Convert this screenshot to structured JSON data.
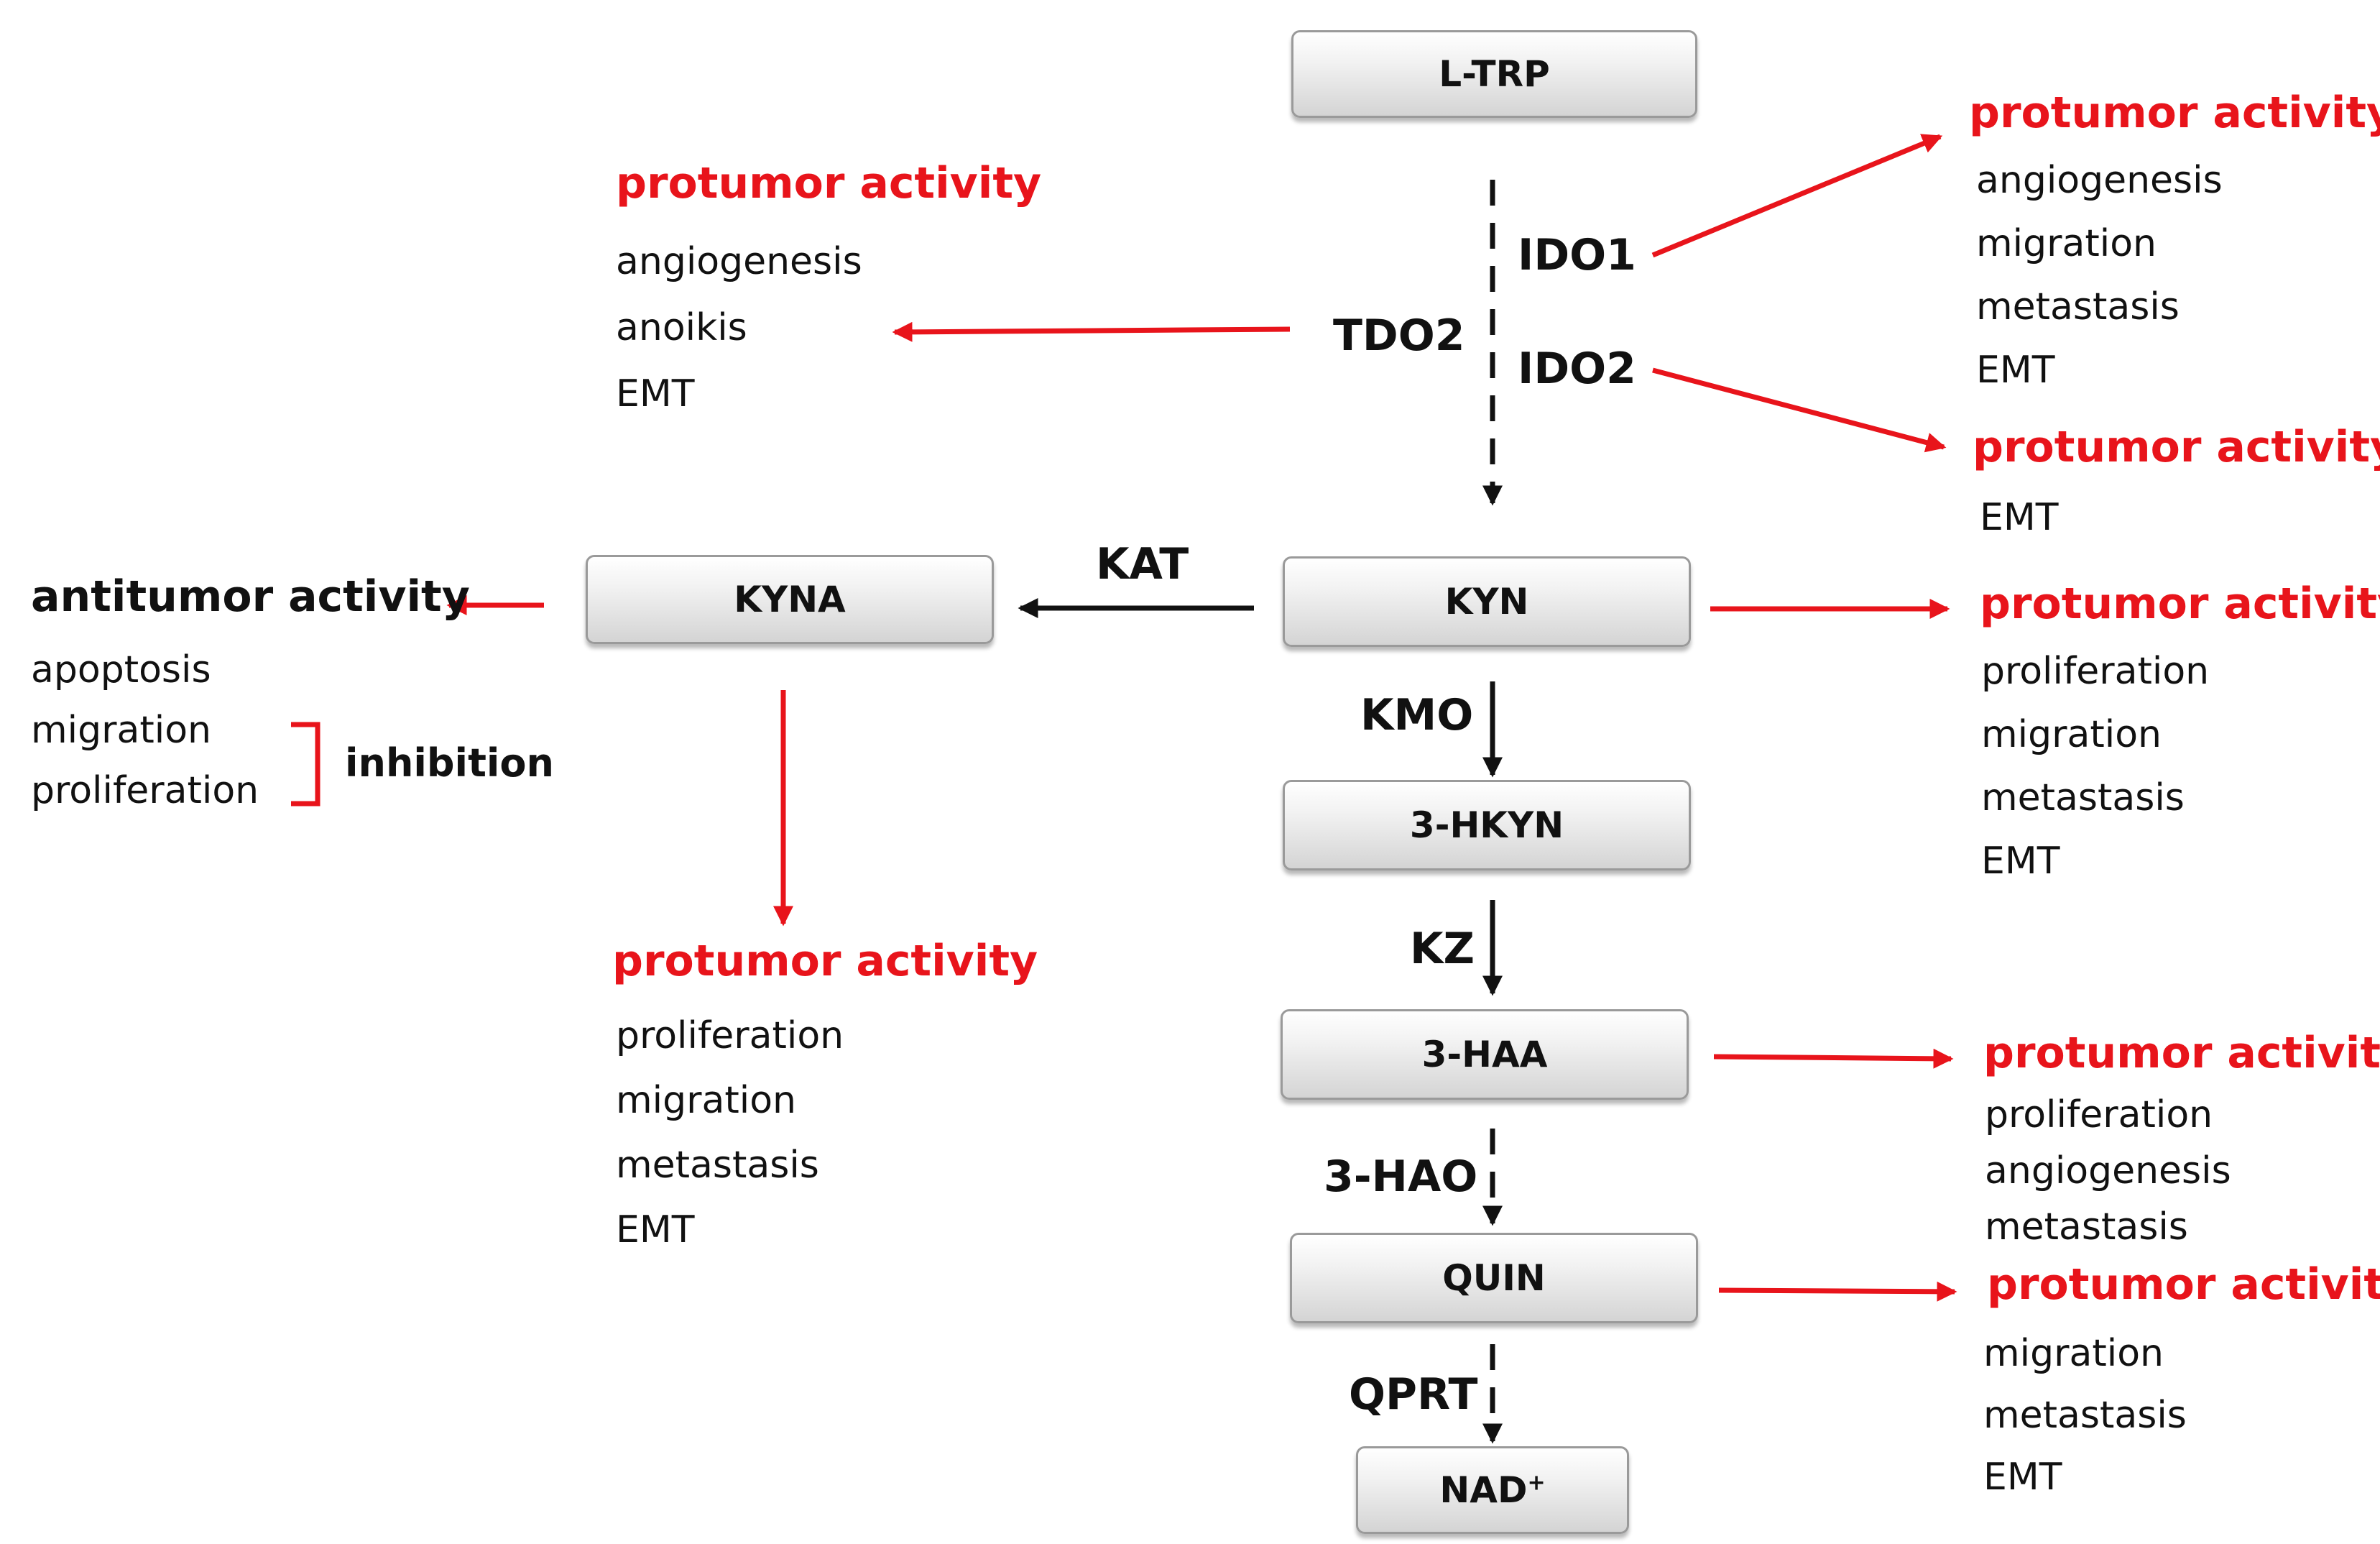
{
  "nodes": {
    "ltrp": "L-TRP",
    "kyna": "KYNA",
    "kyn": "KYN",
    "hkyn": "3-HKYN",
    "haa": "3-HAA",
    "quin": "QUIN",
    "nad": "NAD",
    "nad_sup": "+"
  },
  "enzymes": {
    "ido1": "IDO1",
    "tdo2": "TDO2",
    "ido2": "IDO2",
    "kat": "KAT",
    "kmo": "KMO",
    "kz": "KZ",
    "hao": "3-HAO",
    "qprt": "QPRT"
  },
  "annotations": {
    "tdo2_effects": {
      "heading": "protumor activity",
      "items": [
        "angiogenesis",
        "anoikis",
        "EMT"
      ]
    },
    "ido1_effects": {
      "heading": "protumor activity",
      "items": [
        "angiogenesis",
        "migration",
        "metastasis",
        "EMT"
      ]
    },
    "ido2_effects": {
      "heading": "protumor activity",
      "items": [
        "EMT"
      ]
    },
    "kyna_anti": {
      "heading": "antitumor activity",
      "items": [
        "apoptosis",
        "migration",
        "proliferation"
      ],
      "bracket_label": "inhibition"
    },
    "kyna_pro": {
      "heading": "protumor activity",
      "items": [
        "proliferation",
        "migration",
        "metastasis",
        "EMT"
      ]
    },
    "kyn_effects": {
      "heading": "protumor activity",
      "items": [
        "proliferation",
        "migration",
        "metastasis",
        "EMT"
      ]
    },
    "haa_effects": {
      "heading": "protumor activity",
      "items": [
        "proliferation",
        "angiogenesis",
        "metastasis"
      ]
    },
    "quin_effects": {
      "heading": "protumor activity",
      "items": [
        "migration",
        "metastasis",
        "EMT"
      ]
    }
  },
  "colors": {
    "accent_red": "#e8141b",
    "text": "#111111",
    "node_border": "#9a9a9a"
  }
}
